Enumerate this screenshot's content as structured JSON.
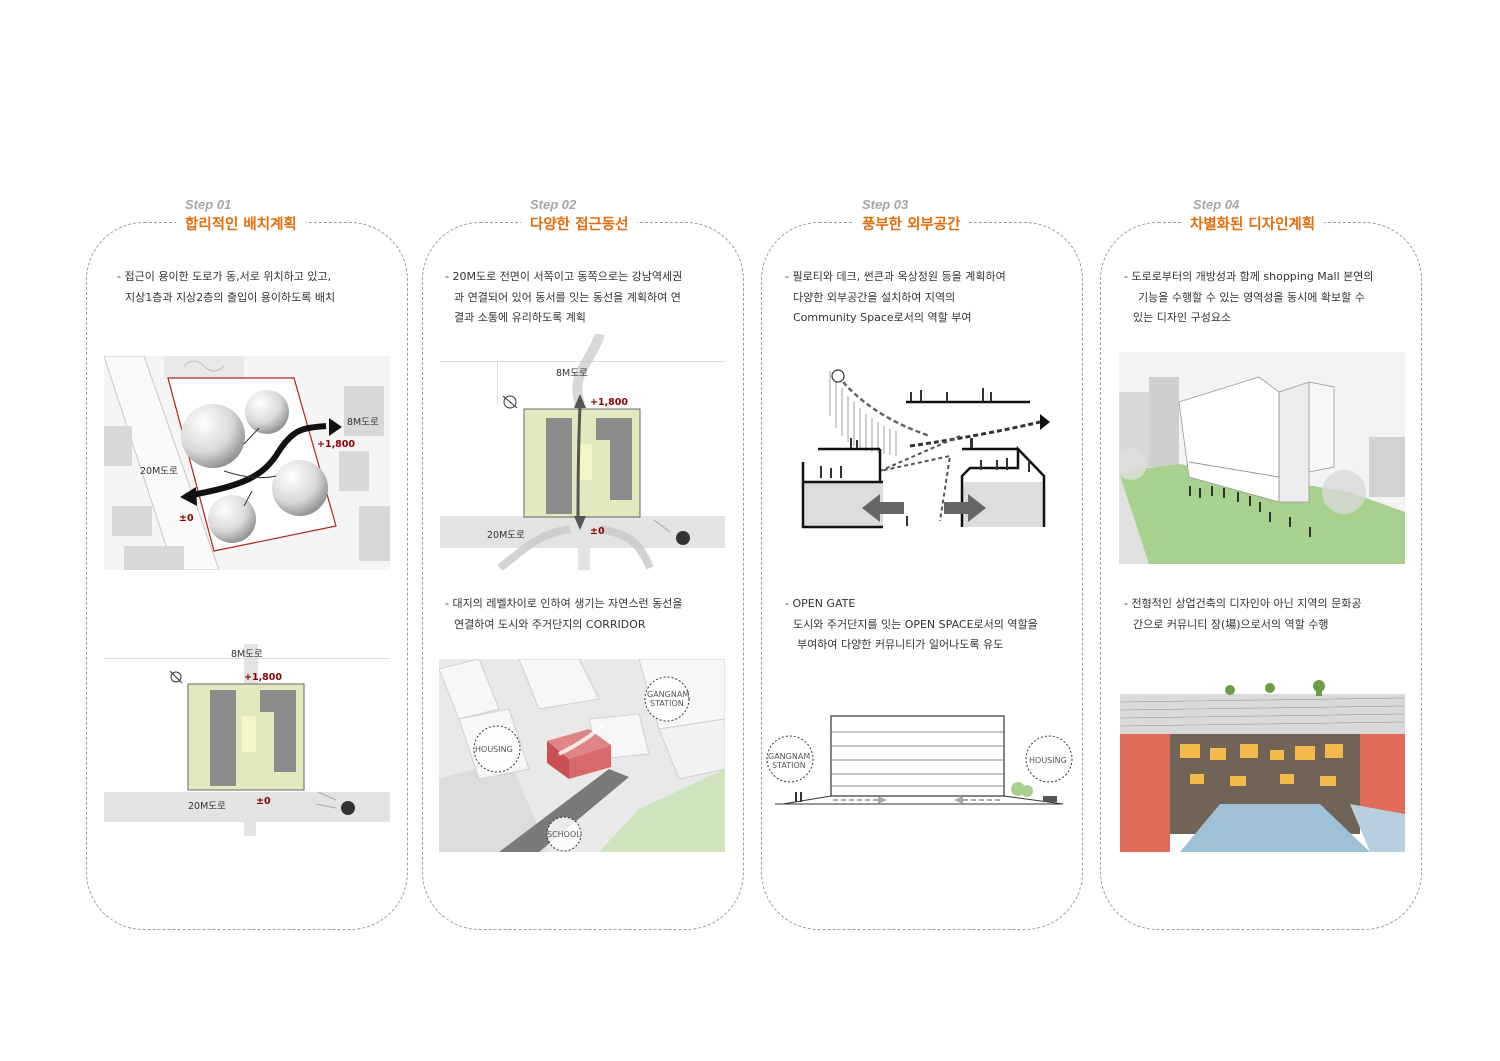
{
  "steps": [
    {
      "label": "Step 01",
      "title": "합리적인 배치계획",
      "desc1": [
        "- 접근이 용이한 도로가 동,서로 위치하고 있고,",
        "지상1층과 지상2층의 출입이 용이하도록 배치"
      ],
      "fig1": {
        "road_8m": "8M도로",
        "road_20m": "20M도로",
        "level_high": "+1,800",
        "level_zero": "±0"
      },
      "fig2": {
        "road_8m": "8M도로",
        "road_20m": "20M도로",
        "level_high": "+1,800",
        "level_zero": "±0"
      }
    },
    {
      "label": "Step 02",
      "title": "다양한 접근동선",
      "desc1": [
        "- 20M도로 전면이 서쪽이고 동쪽으로는 강남역세권",
        "과 연결되어 있어 동서를 잇는 동선을 계획하여 연",
        "결과 소통에 유리하도록 계획"
      ],
      "fig1": {
        "road_8m": "8M도로",
        "road_20m": "20M도로",
        "level_high": "+1,800",
        "level_zero": "±0"
      },
      "desc2": [
        "- 대지의 레벨차이로 인하여 생기는 자연스런 동선을",
        "연결하여 도시와 주거단지의 CORRIDOR"
      ],
      "fig2": {
        "housing": "HOUSING",
        "station_line1": "GANGNAM",
        "station_line2": "STATION",
        "school": "SCHOOL"
      }
    },
    {
      "label": "Step 03",
      "title": "풍부한 외부공간",
      "desc1": [
        "- 필로티와 데크, 썬큰과 옥상정원 등을 계획하여",
        "다양한 외부공간을 설치하여 지역의",
        "Community Space로서의 역할 부여"
      ],
      "desc2": [
        "- OPEN GATE",
        "도시와 주거단지를 잇는 OPEN SPACE로서의 역할을",
        "부여하여 다양한 커뮤니티가 일어나도록 유도"
      ],
      "fig2": {
        "station_line1": "GANGNAM",
        "station_line2": "STATION",
        "housing": "HOUSING"
      }
    },
    {
      "label": "Step 04",
      "title": "차별화된 디자인계획",
      "desc1": [
        "- 도로로부터의 개방성과 함께 shopping Mall 본연의",
        "기능을 수행할 수 있는 영역성을 동시에 확보할 수",
        "있는 디자인 구성요소"
      ],
      "desc2": [
        "- 전형적인 상업건축의 디자인아 아닌 지역의 문화공",
        "간으로 커뮤니티 장(場)으로서의 역할 수행"
      ]
    }
  ],
  "colors": {
    "accent": "#e46c0a",
    "step_gray": "#a6a6a6",
    "level_red": "#8b0000",
    "site_green": "#e3e8bf",
    "building_red": "#d9696b"
  }
}
